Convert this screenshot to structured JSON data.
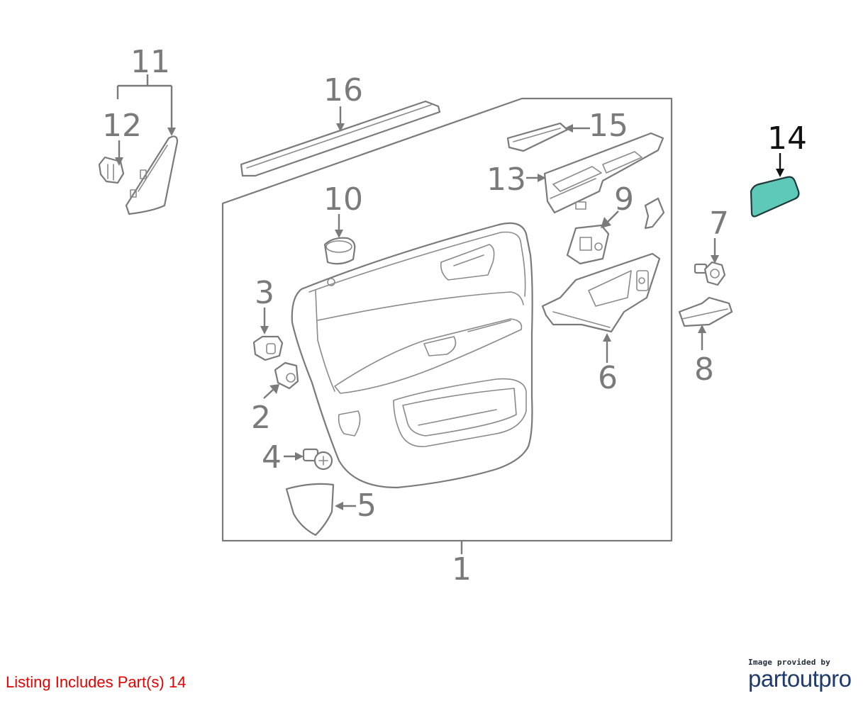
{
  "diagram": {
    "labels": {
      "l1": "1",
      "l2": "2",
      "l3": "3",
      "l4": "4",
      "l5": "5",
      "l6": "6",
      "l7": "7",
      "l8": "8",
      "l9": "9",
      "l10": "10",
      "l11": "11",
      "l12": "12",
      "l13": "13",
      "l14": "14",
      "l15": "15",
      "l16": "16"
    },
    "highlight_color": "#5fc9b8",
    "highlighted_part": "14"
  },
  "footer": {
    "listing_text": "Listing Includes Part(s) 14"
  },
  "brand": {
    "small": "Image provided by",
    "name": "partoutpro"
  }
}
